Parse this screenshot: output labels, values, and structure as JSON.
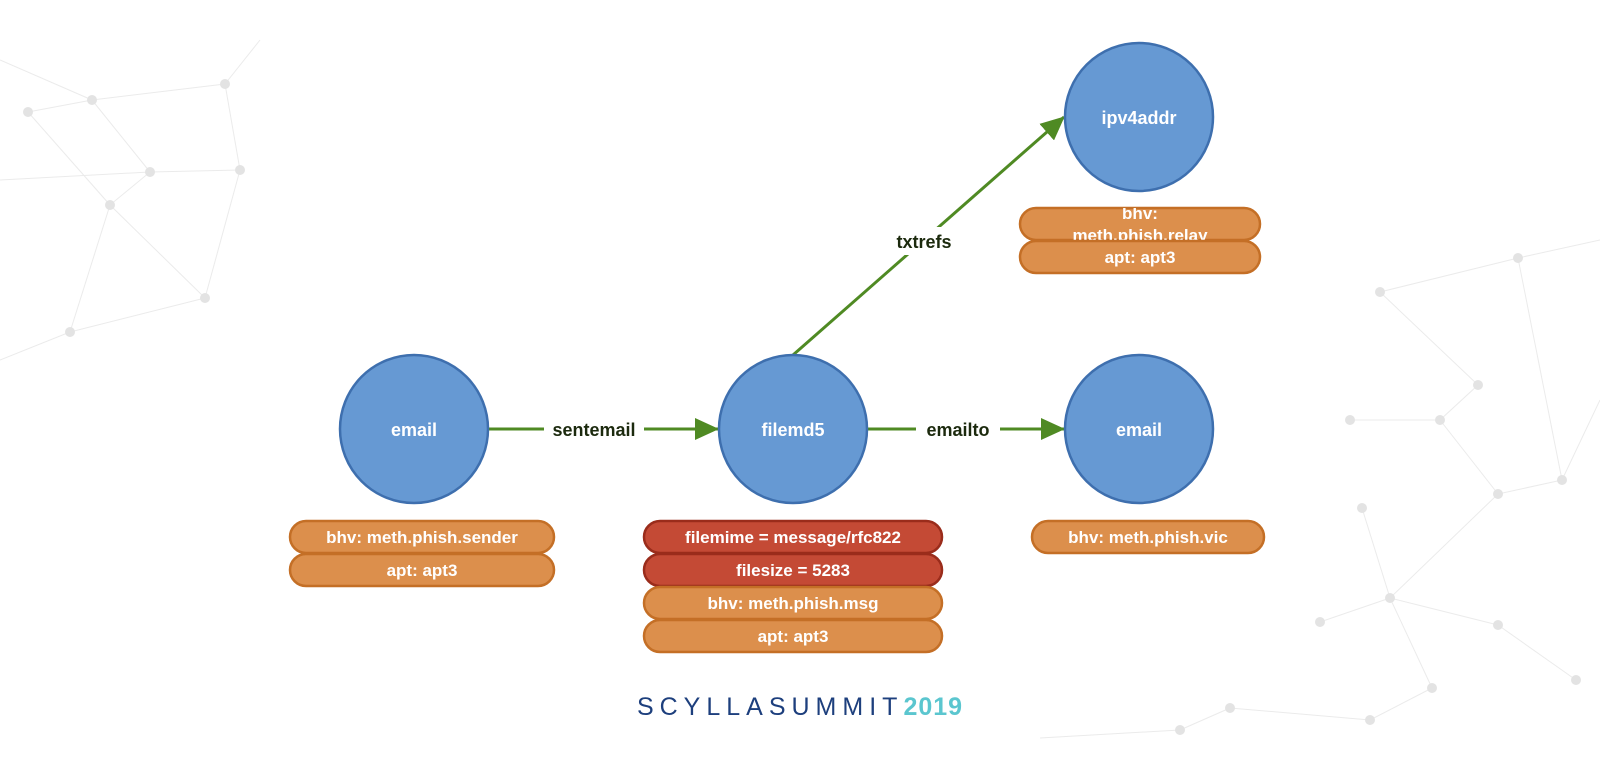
{
  "colors": {
    "node_fill": "#6699d3",
    "node_stroke": "#3e6fae",
    "edge": "#4f8a23",
    "tag_orange_fill": "#dc8f4c",
    "tag_orange_stroke": "#c46f26",
    "tag_red_fill": "#c44a35",
    "tag_red_stroke": "#9a2c1b",
    "brand_dark": "#1d3f7d",
    "brand_light": "#5bc6cf"
  },
  "diagram": {
    "nodes": [
      {
        "id": "email_sender",
        "label": "email",
        "tags": [
          {
            "text": "bhv: meth.phish.sender",
            "kind": "orange"
          },
          {
            "text": "apt: apt3",
            "kind": "orange"
          }
        ]
      },
      {
        "id": "filemd5",
        "label": "filemd5",
        "tags": [
          {
            "text": "filemime = message/rfc822",
            "kind": "red"
          },
          {
            "text": "filesize = 5283",
            "kind": "red"
          },
          {
            "text": "bhv: meth.phish.msg",
            "kind": "orange"
          },
          {
            "text": "apt: apt3",
            "kind": "orange"
          }
        ]
      },
      {
        "id": "ipv4addr",
        "label": "ipv4addr",
        "tags": [
          {
            "text": "bhv: meth.phish.relay",
            "kind": "orange"
          },
          {
            "text": "apt: apt3",
            "kind": "orange"
          }
        ]
      },
      {
        "id": "email_victim",
        "label": "email",
        "tags": [
          {
            "text": "bhv: meth.phish.vic",
            "kind": "orange"
          }
        ]
      }
    ],
    "edges": [
      {
        "from": "email_sender",
        "to": "filemd5",
        "label": "sentemail"
      },
      {
        "from": "filemd5",
        "to": "email_victim",
        "label": "emailto"
      },
      {
        "from": "filemd5",
        "to": "ipv4addr",
        "label": "txtrefs"
      }
    ]
  },
  "brand": {
    "part1": "SCYLLA",
    "part2": "SUMMIT",
    "part3": "2019"
  }
}
